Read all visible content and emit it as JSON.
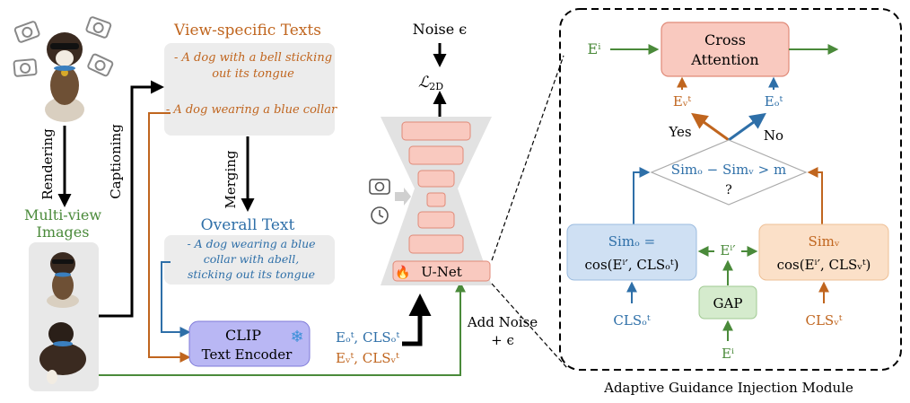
{
  "pipeline": {
    "rendering_label": "Rendering",
    "multiview_label_line1": "Multi-view",
    "multiview_label_line2": "Images",
    "captioning_label": "Captioning",
    "view_texts_title": "View-specific Texts",
    "view_text_1_line1": "- A dog with a bell sticking",
    "view_text_1_line2": "out its tongue",
    "view_text_2": "- A dog wearing a blue collar",
    "merging_label": "Merging",
    "overall_title": "Overall Text",
    "overall_line1": "- A dog wearing a blue",
    "overall_line2": "collar with abell,",
    "overall_line3": "sticking out its tongue",
    "clip_line1": "CLIP",
    "clip_line2": "Text Encoder",
    "snowflake": "❄",
    "emb_o": "Eₒᵗ, CLSₒᵗ",
    "emb_v": "Eᵥᵗ, CLSᵥᵗ",
    "noise_label": "Noise ϵ",
    "loss_label": "ℒ",
    "loss_sub": "2D",
    "unet_label": "U-Net",
    "fire": "🔥",
    "add_noise_line1": "Add Noise",
    "add_noise_line2": "+ ϵ"
  },
  "module": {
    "caption": "Adaptive Guidance Injection Module",
    "ei_top": "Eⁱ",
    "cross_attention_line1": "Cross",
    "cross_attention_line2": "Attention",
    "ev_label": "Eᵥᵗ",
    "eo_label": "Eₒᵗ",
    "yes_label": "Yes",
    "no_label": "No",
    "decision_line1": "Simₒ − Simᵥ > m",
    "decision_line2": "?",
    "simo_line1": "Simₒ =",
    "simo_line2": "cos(Eⁱ′, CLSₒᵗ)",
    "simv_line1": "Simᵥ",
    "simv_line2": "cos(Eⁱ′, CLSᵥᵗ)",
    "ei_prime": "Eⁱ′",
    "gap_label": "GAP",
    "clso_label": "CLSₒᵗ",
    "clsv_label": "CLSᵥᵗ",
    "ei_bottom": "Eⁱ"
  },
  "colors": {
    "orange": "#c0651e",
    "blue": "#2e6fa8",
    "green": "#4a8a3a",
    "unet_pink": "#f9c9bf",
    "clip_purple": "#b9b7f4",
    "grey_box": "#ececec"
  }
}
